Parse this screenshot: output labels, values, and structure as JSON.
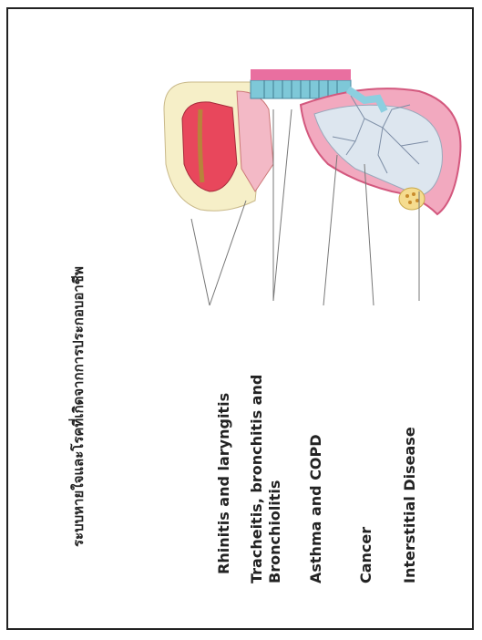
{
  "slide": {
    "title": "ระบบหายใจและโรคที่เกิดจากการประกอบอาชีพ",
    "labels": [
      "Rhinitis and laryngitis",
      "Tracheitis, bronchitis and",
      "Bronchiolitis",
      "Asthma and COPD",
      "Cancer",
      "Interstitial Disease"
    ]
  }
}
